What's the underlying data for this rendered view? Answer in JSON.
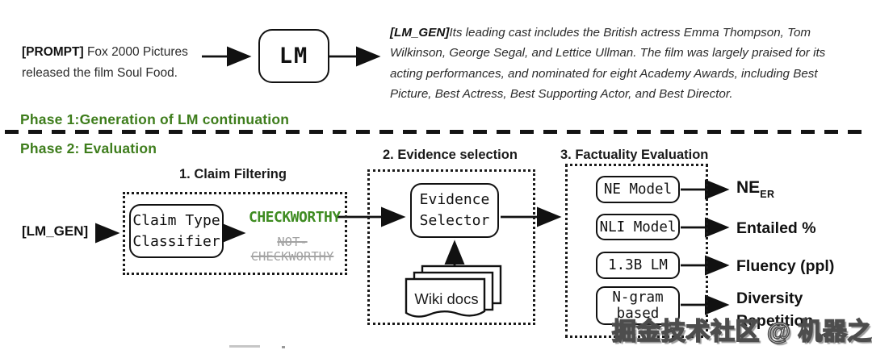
{
  "colors": {
    "heading_green": "#3e7d1c",
    "checkworthy_green": "#3f8c22",
    "muted_gray": "#a3a3a3",
    "ink": "#111111"
  },
  "phase1": {
    "heading": "Phase 1:Generation of LM continuation",
    "prompt_tag": "[PROMPT]",
    "prompt_text": " Fox 2000 Pictures released the film Soul Food.",
    "lm_box_label": "LM",
    "gen_tag": "[LM_GEN]",
    "gen_text": "Its leading cast includes the British actress Emma Thompson, Tom Wilkinson, George Segal, and Lettice Ullman. The film was largely praised for its acting performances, and nominated for eight Academy Awards, including Best Picture, Best Actress, Best Supporting Actor, and Best Director."
  },
  "phase2": {
    "heading": "Phase 2: Evaluation",
    "input_label": "[LM_GEN]",
    "claim_filtering": {
      "title": "1. Claim Filtering",
      "classifier_line1": "Claim Type",
      "classifier_line2": "Classifier",
      "checkworthy": "CHECKWORTHY",
      "not_checkworthy_line1": "NOT-",
      "not_checkworthy_line2": "CHECKWORTHY"
    },
    "evidence_selection": {
      "title": "2. Evidence selection",
      "selector_line1": "Evidence",
      "selector_line2": "Selector",
      "wiki_docs_label": "Wiki docs"
    },
    "factuality_evaluation": {
      "title": "3. Factuality Evaluation",
      "models": [
        {
          "label": "NE Model"
        },
        {
          "label": "NLI Model"
        },
        {
          "label": "1.3B LM"
        },
        {
          "label": "N-gram",
          "label2": "based"
        }
      ],
      "results": [
        {
          "main": "NE",
          "sub": "ER"
        },
        {
          "main": "Entailed %"
        },
        {
          "main": "Fluency (ppl)"
        },
        {
          "main": "Diversity",
          "line2": "Repetition"
        }
      ]
    }
  },
  "watermark": "掘金技术社区 @ 机器之心"
}
